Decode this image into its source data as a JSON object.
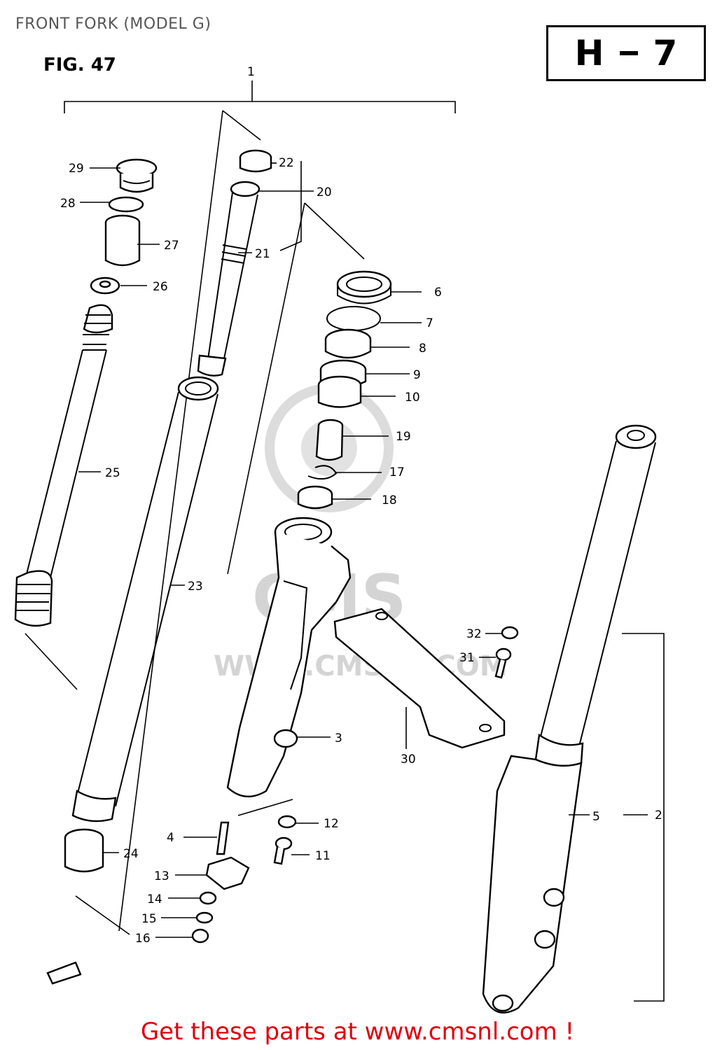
{
  "page": {
    "title": "FRONT FORK (MODEL G)",
    "figure": "FIG. 47",
    "page_code_left": "H",
    "page_code_right": "7",
    "cta": "Get these parts at www.cmsnl.com !"
  },
  "watermark": {
    "brand": "CMS",
    "url": "WWW.CMSNL.COM"
  },
  "callouts": {
    "c1": "1",
    "c2": "2",
    "c3": "3",
    "c4": "4",
    "c5": "5",
    "c6": "6",
    "c7": "7",
    "c8": "8",
    "c9": "9",
    "c10": "10",
    "c11": "11",
    "c12": "12",
    "c13": "13",
    "c14": "14",
    "c15": "15",
    "c16": "16",
    "c17": "17",
    "c18": "18",
    "c19": "19",
    "c20": "20",
    "c21": "21",
    "c22": "22",
    "c23": "23",
    "c24": "24",
    "c25": "25",
    "c26": "26",
    "c27": "27",
    "c28": "28",
    "c29": "29",
    "c30": "30",
    "c31": "31",
    "c32": "32"
  },
  "colors": {
    "line": "#000000",
    "cta": "#e0000e",
    "watermark": "#d4d4d4"
  }
}
